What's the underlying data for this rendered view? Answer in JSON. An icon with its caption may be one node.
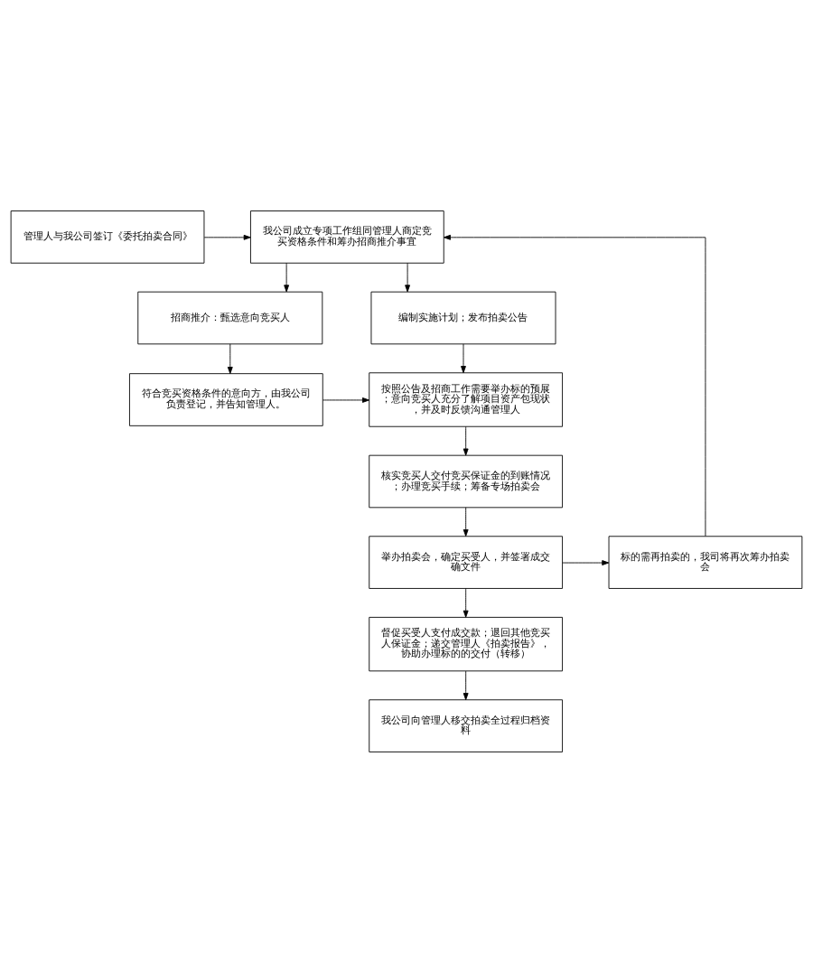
{
  "diagram": {
    "nodes": [
      {
        "text": [
          "管理人与我公司签订《委托拍卖合同》"
        ]
      },
      {
        "text": [
          "我公司成立专项工作组同管理人商定竞买资格条件和筹办招商推介事宜"
        ]
      },
      {
        "text": [
          "编制实施计划；发布拍卖公告"
        ]
      },
      {
        "text": [
          "招商推介：甄选意向竞买人"
        ]
      },
      {
        "text": [
          "按照公告及招商工作需要举办标的预展；意向竞买人充分了解项目资产包现状，并及时反馈沟通管理人"
        ]
      },
      {
        "text": [
          "符合竞买资格条件的意向方，由我公司负责登记，并告知管理人。"
        ]
      },
      {
        "text": [
          "核实竞买人交付竞买保证金的到账情况；办理竞买手续；筹备专场拍卖会"
        ]
      },
      {
        "text": [
          "举办拍卖会，确定买受人，并签署成交确文件"
        ]
      },
      {
        "text": [
          "标的需再拍卖的，我司将再次筹办拍卖会"
        ]
      },
      {
        "text": [
          "督促买受人支付成交款；退回其他竞买人保证金；递交管理人《拍卖报告》，协助办理标的的交付（转移）"
        ]
      },
      {
        "text": [
          "我公司向管理人移交拍卖全过程归档资料"
        ]
      }
    ],
    "edges": [
      {
        "from": 0,
        "to": 1,
        "arrow": "to"
      },
      {
        "from": 1,
        "to": 2,
        "arrow": "to"
      },
      {
        "from": 1,
        "to": 3,
        "arrow": "to"
      },
      {
        "from": 3,
        "to": 5,
        "arrow": "to"
      },
      {
        "from": 5,
        "to": 4,
        "arrow": "to"
      },
      {
        "from": 2,
        "to": 4,
        "arrow": "to"
      },
      {
        "from": 4,
        "to": 6,
        "arrow": "to"
      },
      {
        "from": 6,
        "to": 7,
        "arrow": "to"
      },
      {
        "from": 7,
        "to": 8,
        "arrow": "to"
      },
      {
        "from": 8,
        "to": 1,
        "arrow": "to"
      },
      {
        "from": 7,
        "to": 9,
        "arrow": "to"
      },
      {
        "from": 9,
        "to": 10,
        "arrow": "to"
      }
    ]
  }
}
